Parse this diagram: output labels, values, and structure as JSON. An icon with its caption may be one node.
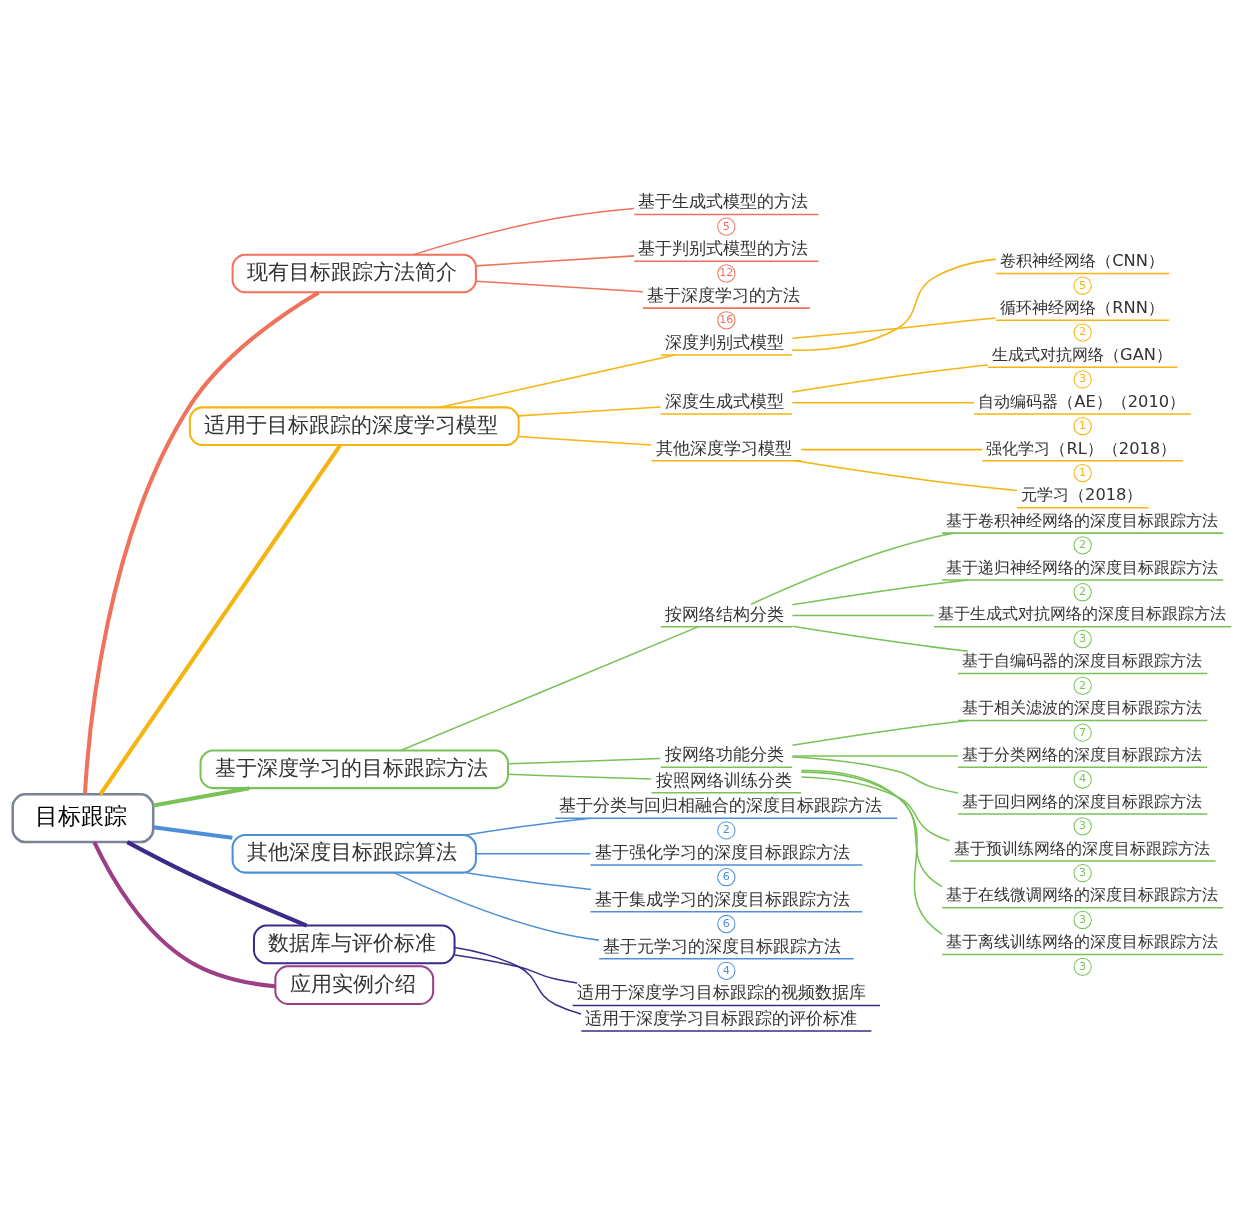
{
  "diagram": {
    "nodes": [
      {
        "text": [
          "目标跟踪"
        ]
      },
      {
        "text": [
          "现有目标跟踪方法简介"
        ]
      },
      {
        "text": [
          "基于生成式模型的方法"
        ],
        "beside": [
          "5"
        ]
      },
      {
        "text": [
          "基于判别式模型的方法"
        ],
        "beside": [
          "12"
        ]
      },
      {
        "text": [
          "基于深度学习的方法"
        ],
        "beside": [
          "16"
        ]
      },
      {
        "text": [
          "适用于目标跟踪的深度学习模型"
        ]
      },
      {
        "text": [
          "深度判别式模型"
        ]
      },
      {
        "text": [
          "卷积神经网络（CNN）"
        ],
        "beside": [
          "5"
        ]
      },
      {
        "text": [
          "循环神经网络（RNN）"
        ],
        "beside": [
          "2"
        ]
      },
      {
        "text": [
          "深度生成式模型"
        ]
      },
      {
        "text": [
          "生成式对抗网络（GAN）"
        ],
        "beside": [
          "3"
        ]
      },
      {
        "text": [
          "自动编码器（AE）（2010）"
        ],
        "beside": [
          "1"
        ]
      },
      {
        "text": [
          "其他深度学习模型"
        ]
      },
      {
        "text": [
          "强化学习（RL）（2018）"
        ],
        "beside": [
          "1"
        ]
      },
      {
        "text": [
          "元学习（2018）"
        ]
      },
      {
        "text": [
          "基于深度学习的目标跟踪方法"
        ]
      },
      {
        "text": [
          "按网络结构分类"
        ]
      },
      {
        "text": [
          "基于卷积神经网络的深度目标跟踪方法"
        ],
        "beside": [
          "2"
        ]
      },
      {
        "text": [
          "基于递归神经网络的深度目标跟踪方法"
        ],
        "beside": [
          "2"
        ]
      },
      {
        "text": [
          "基于生成式对抗网络的深度目标跟踪方法"
        ],
        "beside": [
          "3"
        ]
      },
      {
        "text": [
          "基于自编码器的深度目标跟踪方法"
        ],
        "beside": [
          "2"
        ]
      },
      {
        "text": [
          "按网络功能分类"
        ]
      },
      {
        "text": [
          "基于相关滤波的深度目标跟踪方法"
        ],
        "beside": [
          "7"
        ]
      },
      {
        "text": [
          "基于分类网络的深度目标跟踪方法"
        ],
        "beside": [
          "4"
        ]
      },
      {
        "text": [
          "基于回归网络的深度目标跟踪方法"
        ],
        "beside": [
          "3"
        ]
      },
      {
        "text": [
          "按照网络训练分类"
        ]
      },
      {
        "text": [
          "基于预训练网络的深度目标跟踪方法"
        ],
        "beside": [
          "3"
        ]
      },
      {
        "text": [
          "基于在线微调网络的深度目标跟踪方法"
        ],
        "beside": [
          "3"
        ]
      },
      {
        "text": [
          "基于离线训练网络的深度目标跟踪方法"
        ],
        "beside": [
          "3"
        ]
      },
      {
        "text": [
          "其他深度目标跟踪算法"
        ]
      },
      {
        "text": [
          "基于分类与回归相融合的深度目标跟踪方法"
        ],
        "beside": [
          "2"
        ]
      },
      {
        "text": [
          "基于强化学习的深度目标跟踪方法"
        ],
        "beside": [
          "6"
        ]
      },
      {
        "text": [
          "基于集成学习的深度目标跟踪方法"
        ],
        "beside": [
          "6"
        ]
      },
      {
        "text": [
          "基于元学习的深度目标跟踪方法"
        ],
        "beside": [
          "4"
        ]
      },
      {
        "text": [
          "数据库与评价标准"
        ]
      },
      {
        "text": [
          "适用于深度学习目标跟踪的视频数据库"
        ]
      },
      {
        "text": [
          "适用于深度学习目标跟踪的评价标准"
        ]
      },
      {
        "text": [
          "应用实例介绍"
        ]
      }
    ],
    "edges": [
      {
        "from": 0,
        "to": 1,
        "arrow": "none",
        "style": "thick",
        "color": "#f0725c"
      },
      {
        "from": 1,
        "to": 2,
        "arrow": "none",
        "color": "#f0725c"
      },
      {
        "from": 1,
        "to": 3,
        "arrow": "none",
        "color": "#f0725c"
      },
      {
        "from": 1,
        "to": 4,
        "arrow": "none",
        "color": "#f0725c"
      },
      {
        "from": 0,
        "to": 5,
        "arrow": "none",
        "style": "thick",
        "color": "#f5b40f"
      },
      {
        "from": 5,
        "to": 6,
        "arrow": "none",
        "color": "#f5b40f"
      },
      {
        "from": 6,
        "to": 7,
        "arrow": "none",
        "color": "#f5b40f"
      },
      {
        "from": 6,
        "to": 8,
        "arrow": "none",
        "color": "#f5b40f"
      },
      {
        "from": 5,
        "to": 9,
        "arrow": "none",
        "color": "#f5b40f"
      },
      {
        "from": 9,
        "to": 10,
        "arrow": "none",
        "color": "#f5b40f"
      },
      {
        "from": 9,
        "to": 11,
        "arrow": "none",
        "color": "#f5b40f"
      },
      {
        "from": 5,
        "to": 12,
        "arrow": "none",
        "color": "#f5b40f"
      },
      {
        "from": 12,
        "to": 13,
        "arrow": "none",
        "color": "#f5b40f"
      },
      {
        "from": 12,
        "to": 14,
        "arrow": "none",
        "color": "#f5b40f"
      },
      {
        "from": 0,
        "to": 15,
        "arrow": "none",
        "style": "thick",
        "color": "#79c257"
      },
      {
        "from": 15,
        "to": 16,
        "arrow": "none",
        "color": "#79c257"
      },
      {
        "from": 16,
        "to": 17,
        "arrow": "none",
        "color": "#79c257"
      },
      {
        "from": 16,
        "to": 18,
        "arrow": "none",
        "color": "#79c257"
      },
      {
        "from": 16,
        "to": 19,
        "arrow": "none",
        "color": "#79c257"
      },
      {
        "from": 16,
        "to": 20,
        "arrow": "none",
        "color": "#79c257"
      },
      {
        "from": 15,
        "to": 21,
        "arrow": "none",
        "color": "#79c257"
      },
      {
        "from": 21,
        "to": 22,
        "arrow": "none",
        "color": "#79c257"
      },
      {
        "from": 21,
        "to": 23,
        "arrow": "none",
        "color": "#79c257"
      },
      {
        "from": 21,
        "to": 24,
        "arrow": "none",
        "color": "#79c257"
      },
      {
        "from": 15,
        "to": 25,
        "arrow": "none",
        "color": "#79c257"
      },
      {
        "from": 25,
        "to": 26,
        "arrow": "none",
        "color": "#79c257"
      },
      {
        "from": 25,
        "to": 27,
        "arrow": "none",
        "color": "#79c257"
      },
      {
        "from": 25,
        "to": 28,
        "arrow": "none",
        "color": "#79c257"
      },
      {
        "from": 0,
        "to": 29,
        "arrow": "none",
        "style": "thick",
        "color": "#4d8fd6"
      },
      {
        "from": 29,
        "to": 30,
        "arrow": "none",
        "color": "#4d8fd6"
      },
      {
        "from": 29,
        "to": 31,
        "arrow": "none",
        "color": "#4d8fd6"
      },
      {
        "from": 29,
        "to": 32,
        "arrow": "none",
        "color": "#4d8fd6"
      },
      {
        "from": 29,
        "to": 33,
        "arrow": "none",
        "color": "#4d8fd6"
      },
      {
        "from": 0,
        "to": 34,
        "arrow": "none",
        "style": "thick",
        "color": "#3d2a88"
      },
      {
        "from": 34,
        "to": 35,
        "arrow": "none",
        "color": "#3d2a88"
      },
      {
        "from": 34,
        "to": 36,
        "arrow": "none",
        "color": "#3d2a88"
      },
      {
        "from": 0,
        "to": 37,
        "arrow": "none",
        "style": "thick",
        "color": "#9b3f86"
      }
    ]
  }
}
